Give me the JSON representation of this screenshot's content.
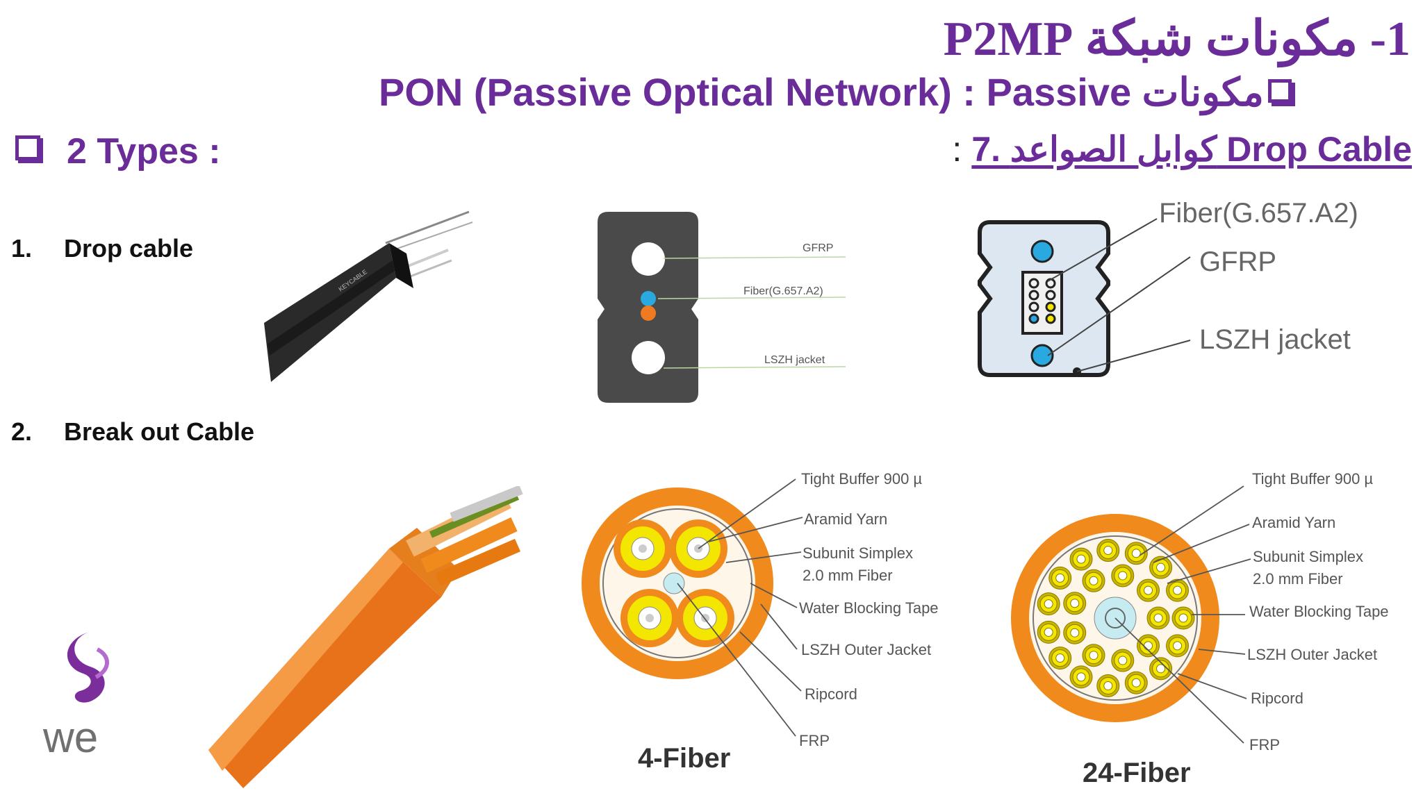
{
  "header": {
    "title": "1- مكونات شبكة P2MP",
    "subtitle": "PON (Passive Optical Network) : Passive مكونات",
    "types_label": "2 Types  :",
    "drop_heading_main": "7. كوابل الصواعد Drop Cable",
    "drop_heading_colon": ":"
  },
  "list": [
    {
      "num": "1.",
      "label": "Drop cable"
    },
    {
      "num": "2.",
      "label": "Break out Cable"
    }
  ],
  "drop_cable_photo": {
    "print": "KEYCABLE"
  },
  "drop_cross_section_small": {
    "labels": [
      "GFRP",
      "Fiber(G.657.A2)",
      "LSZH jacket"
    ]
  },
  "drop_cross_section_large": {
    "labels": [
      "Fiber(G.657.A2)",
      "GFRP",
      "LSZH jacket"
    ]
  },
  "fiber4": {
    "caption": "4-Fiber",
    "labels": [
      "Tight Buffer 900 µ",
      "Aramid Yarn",
      "Subunit Simplex",
      "2.0 mm Fiber",
      "Water Blocking Tape",
      "LSZH Outer Jacket",
      "Ripcord",
      "FRP"
    ]
  },
  "fiber24": {
    "caption": "24-Fiber",
    "labels": [
      "Tight Buffer 900 µ",
      "Aramid Yarn",
      "Subunit Simplex",
      "2.0 mm Fiber",
      "Water Blocking Tape",
      "LSZH Outer Jacket",
      "Ripcord",
      "FRP"
    ]
  },
  "logo": {
    "text": "we"
  },
  "colors": {
    "accent_purple": "#6a2c99",
    "cable_orange": "#f08a1c",
    "fiber_yellow": "#f3e600",
    "jacket_dark": "#3f3f3f"
  }
}
